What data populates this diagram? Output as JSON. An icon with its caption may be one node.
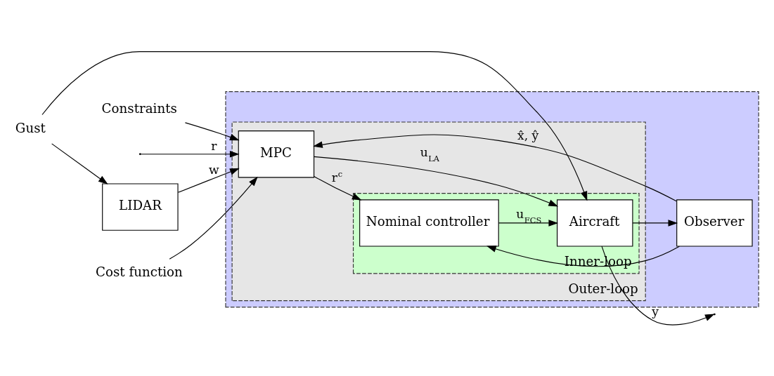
{
  "diagram": {
    "nodes": [
      {
        "text": [],
        "shape": "box"
      },
      {
        "text": [
          "Outer-loop"
        ],
        "in": 0
      },
      {
        "text": [
          "Inner-loop"
        ],
        "in": 1
      },
      {
        "text": [
          "LIDAR"
        ]
      },
      {
        "text": [
          "Cost function"
        ]
      },
      {
        "text": [
          "Constraints"
        ]
      },
      {
        "text": [
          "Gust"
        ]
      },
      {
        "text": [
          "MPC"
        ],
        "in": 1
      },
      {
        "text": [
          "Nominal controller"
        ],
        "in": 2
      },
      {
        "text": [
          "Aircraft"
        ],
        "in": 2
      },
      {
        "text": [
          "Observer"
        ],
        "in": 0
      }
    ],
    "edges": [
      {
        "from": 6,
        "to": 3,
        "arrow": "to"
      },
      {
        "from": 6,
        "to": 9,
        "arrow": "to"
      },
      {
        "from": 3,
        "to": 7,
        "arrow": "to",
        "label": "w"
      },
      {
        "from": null,
        "to": 7,
        "arrow": "to",
        "label": "r"
      },
      {
        "from": 4,
        "to": 7,
        "arrow": "to"
      },
      {
        "from": 5,
        "to": 7,
        "arrow": "to"
      },
      {
        "from": 7,
        "to": 9,
        "arrow": "to",
        "label": "u$_{LA}$"
      },
      {
        "from": 7,
        "to": 8,
        "arrow": "to",
        "label": "r$^{c}$"
      },
      {
        "from": 8,
        "to": 9,
        "arrow": "to",
        "label": "u$_{FCS}$"
      },
      {
        "from": 9,
        "to": null,
        "arrow": "to",
        "label": "y"
      },
      {
        "from": 9,
        "to": 10,
        "arrow": "to"
      },
      {
        "from": 10,
        "to": 7,
        "arrow": "to",
        "label": "x̂, ŷ"
      },
      {
        "from": 10,
        "to": 8,
        "arrow": "to"
      }
    ]
  }
}
